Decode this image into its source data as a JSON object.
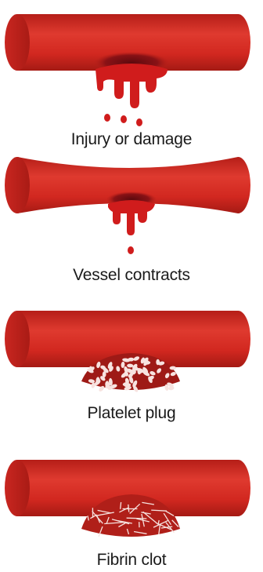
{
  "stages": [
    {
      "label": "Injury or damage"
    },
    {
      "label": "Vessel contracts"
    },
    {
      "label": "Platelet plug"
    },
    {
      "label": "Fibrin clot"
    }
  ],
  "colors": {
    "vessel": "#d42a22",
    "vessel_dark": "#9e1c16",
    "vessel_opening": "#b81f18",
    "blood": "#d01c1c",
    "wound": "#7e0e12",
    "platelet": "#f7e3e0",
    "fibrin": "#f7e3e0"
  },
  "icons": {
    "stage1": "bleeding-vessel-icon",
    "stage2": "constricted-vessel-icon",
    "stage3": "platelet-plug-icon",
    "stage4": "fibrin-clot-icon"
  }
}
